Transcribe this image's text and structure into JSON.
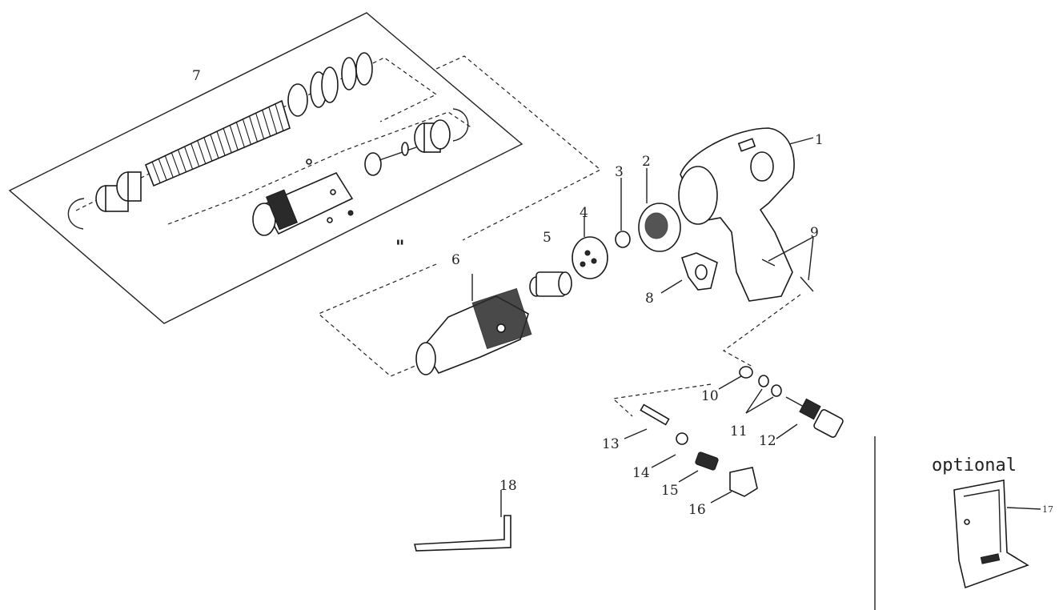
{
  "labels": {
    "p1": "1",
    "p2": "2",
    "p3": "3",
    "p4": "4",
    "p5": "5",
    "p6": "6",
    "p7": "7",
    "p8": "8",
    "p9": "9",
    "p10": "10",
    "p11": "11",
    "p12": "12",
    "p13": "13",
    "p14": "14",
    "p15": "15",
    "p16": "16",
    "p17": "17",
    "p18": "18"
  },
  "optional": "optional",
  "quote_mark": "\"",
  "colors": {
    "line": "#222222",
    "background": "#ffffff"
  }
}
